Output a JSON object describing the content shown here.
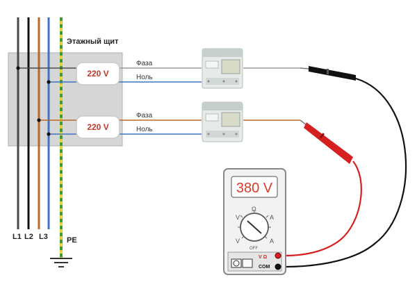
{
  "panel": {
    "title": "Этажный щит"
  },
  "buses": {
    "l1": "L1",
    "l2": "L2",
    "l3": "L3",
    "pe": "PE"
  },
  "circuits": [
    {
      "voltage": "220 V",
      "phase_label": "Фаза",
      "neutral_label": "Ноль"
    },
    {
      "voltage": "220 V",
      "phase_label": "Фаза",
      "neutral_label": "Ноль"
    }
  ],
  "multimeter": {
    "display": "380 V",
    "dial_marks": {
      "ohm": "Ω",
      "v_left": "V",
      "a_right": "A",
      "v_lower": "V",
      "a_lower": "A",
      "off": "OFF"
    },
    "port_vohm": "V Ω",
    "port_com": "COM"
  },
  "colors": {
    "phase_brown": "#b8682a",
    "neutral_blue": "#3f74c2",
    "pe_yellow": "#e4d23a",
    "pe_green": "#3f9a3f",
    "probe_red": "#d62020",
    "probe_black": "#111111",
    "display_red": "#d83a2a",
    "panel_fill": "#d6d6d6"
  },
  "icons": [
    "ground-icon",
    "meter-icon",
    "camera-icon",
    "dial-icon"
  ]
}
